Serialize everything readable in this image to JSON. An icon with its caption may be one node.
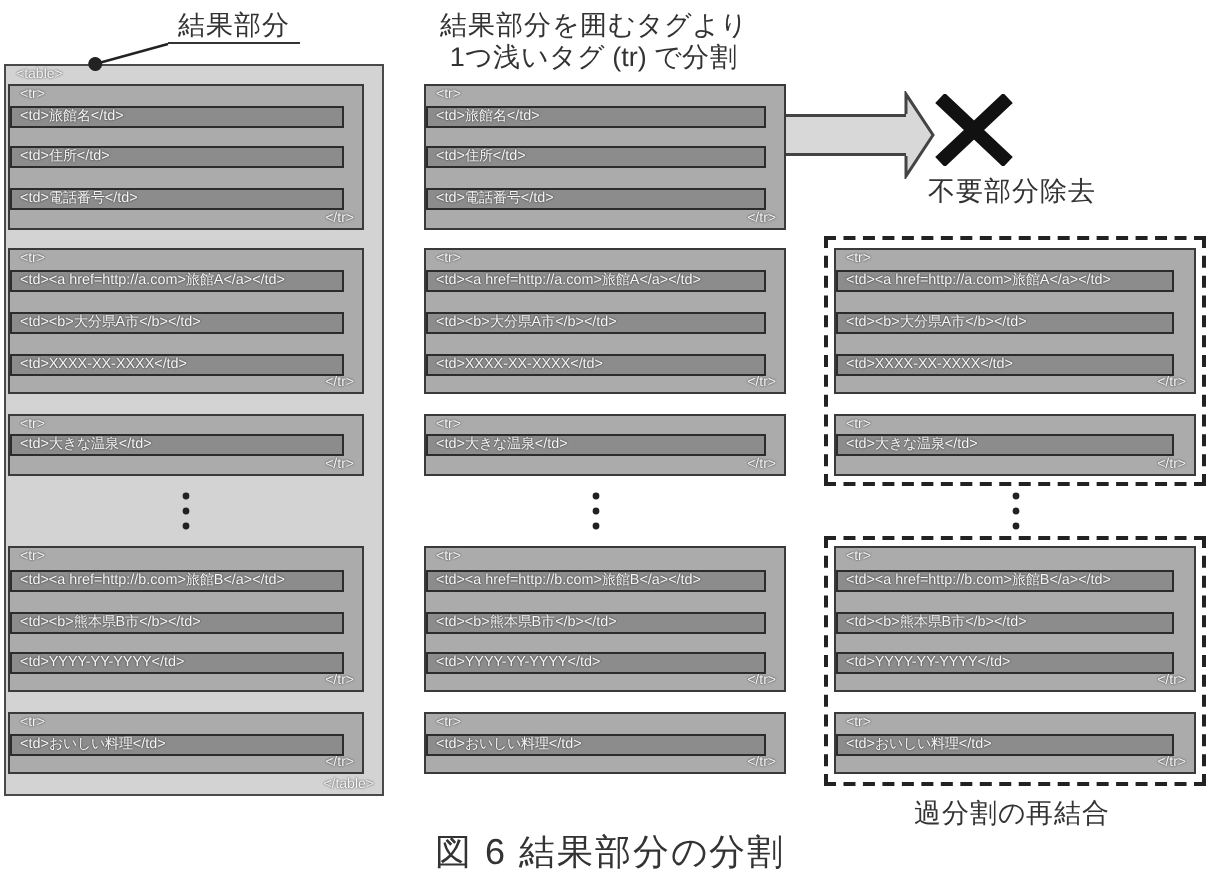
{
  "diagram": {
    "caption": "図 6 結果部分の分割",
    "nodes": [
      {
        "text": [
          "結果部分"
        ]
      },
      {
        "text": [
          "<table>",
          "</table>"
        ]
      },
      {
        "text": [
          "<tr>",
          "</tr>"
        ],
        "in": 1
      },
      {
        "text": [
          "<td>旅館名</td>"
        ],
        "in": 2
      },
      {
        "text": [
          "<td>住所</td>"
        ],
        "in": 2
      },
      {
        "text": [
          "<td>電話番号</td>"
        ],
        "in": 2
      },
      {
        "text": [
          "<tr>",
          "</tr>"
        ],
        "in": 1
      },
      {
        "text": [
          "<td><a href=http://a.com>旅館A</a></td>"
        ],
        "in": 6
      },
      {
        "text": [
          "<td><b>大分県A市</b></td>"
        ],
        "in": 6
      },
      {
        "text": [
          "<td>XXXX-XX-XXXX</td>"
        ],
        "in": 6
      },
      {
        "text": [
          "<tr>",
          "</tr>"
        ],
        "in": 1
      },
      {
        "text": [
          "<td>大きな温泉</td>"
        ],
        "in": 10
      },
      {
        "text": [
          "<tr>",
          "</tr>"
        ],
        "in": 1
      },
      {
        "text": [
          "<td><a href=http://b.com>旅館B</a></td>"
        ],
        "in": 12
      },
      {
        "text": [
          "<td><b>熊本県B市</b></td>"
        ],
        "in": 12
      },
      {
        "text": [
          "<td>YYYY-YY-YYYY</td>"
        ],
        "in": 12
      },
      {
        "text": [
          "<tr>",
          "</tr>"
        ],
        "in": 1
      },
      {
        "text": [
          "<td>おいしい料理</td>"
        ],
        "in": 16
      },
      {
        "text": [
          "<tr>",
          "</tr>"
        ]
      },
      {
        "text": [
          "<td>旅館名</td>"
        ],
        "in": 18
      },
      {
        "text": [
          "<td>住所</td>"
        ],
        "in": 18
      },
      {
        "text": [
          "<td>電話番号</td>"
        ],
        "in": 18
      },
      {
        "text": [
          "<tr>",
          "</tr>"
        ]
      },
      {
        "text": [
          "<td><a href=http://a.com>旅館A</a></td>"
        ],
        "in": 22
      },
      {
        "text": [
          "<td><b>大分県A市</b></td>"
        ],
        "in": 22
      },
      {
        "text": [
          "<td>XXXX-XX-XXXX</td>"
        ],
        "in": 22
      },
      {
        "text": [
          "<tr>",
          "</tr>"
        ]
      },
      {
        "text": [
          "<td>大きな温泉</td>"
        ],
        "in": 26
      },
      {
        "text": [
          "<tr>",
          "</tr>"
        ]
      },
      {
        "text": [
          "<td><a href=http://b.com>旅館B</a></td>"
        ],
        "in": 28
      },
      {
        "text": [
          "<td><b>熊本県B市</b></td>"
        ],
        "in": 28
      },
      {
        "text": [
          "<td>YYYY-YY-YYYY</td>"
        ],
        "in": 28
      },
      {
        "text": [
          "<tr>",
          "</tr>"
        ]
      },
      {
        "text": [
          "<td>おいしい料理</td>"
        ],
        "in": 32
      },
      {
        "text": [],
        "shape": "cross",
        "beside": [
          "不要部分除去"
        ]
      },
      {
        "text": [],
        "shape": "box"
      },
      {
        "text": [
          "<tr>",
          "</tr>"
        ],
        "in": 35
      },
      {
        "text": [
          "<td><a href=http://a.com>旅館A</a></td>"
        ],
        "in": 36
      },
      {
        "text": [
          "<td><b>大分県A市</b></td>"
        ],
        "in": 36
      },
      {
        "text": [
          "<td>XXXX-XX-XXXX</td>"
        ],
        "in": 36
      },
      {
        "text": [
          "<tr>",
          "</tr>"
        ],
        "in": 35
      },
      {
        "text": [
          "<td>大きな温泉</td>"
        ],
        "in": 40
      },
      {
        "text": [],
        "shape": "box"
      },
      {
        "text": [
          "<tr>",
          "</tr>"
        ],
        "in": 42
      },
      {
        "text": [
          "<td><a href=http://b.com>旅館B</a></td>"
        ],
        "in": 43
      },
      {
        "text": [
          "<td><b>熊本県B市</b></td>"
        ],
        "in": 43
      },
      {
        "text": [
          "<td>YYYY-YY-YYYY</td>"
        ],
        "in": 43
      },
      {
        "text": [
          "<tr>",
          "</tr>"
        ],
        "in": 42
      },
      {
        "text": [
          "<td>おいしい料理</td>"
        ],
        "in": 47
      }
    ],
    "edges": [
      {
        "from": 0,
        "to": 1,
        "arrow": "other"
      },
      {
        "from": 18,
        "to": 34,
        "arrow": "to",
        "style": "thick"
      }
    ],
    "labels": [
      "結果部分を囲むタグより1つ浅いタグ (tr) で分割",
      "過分割の再結合"
    ]
  }
}
